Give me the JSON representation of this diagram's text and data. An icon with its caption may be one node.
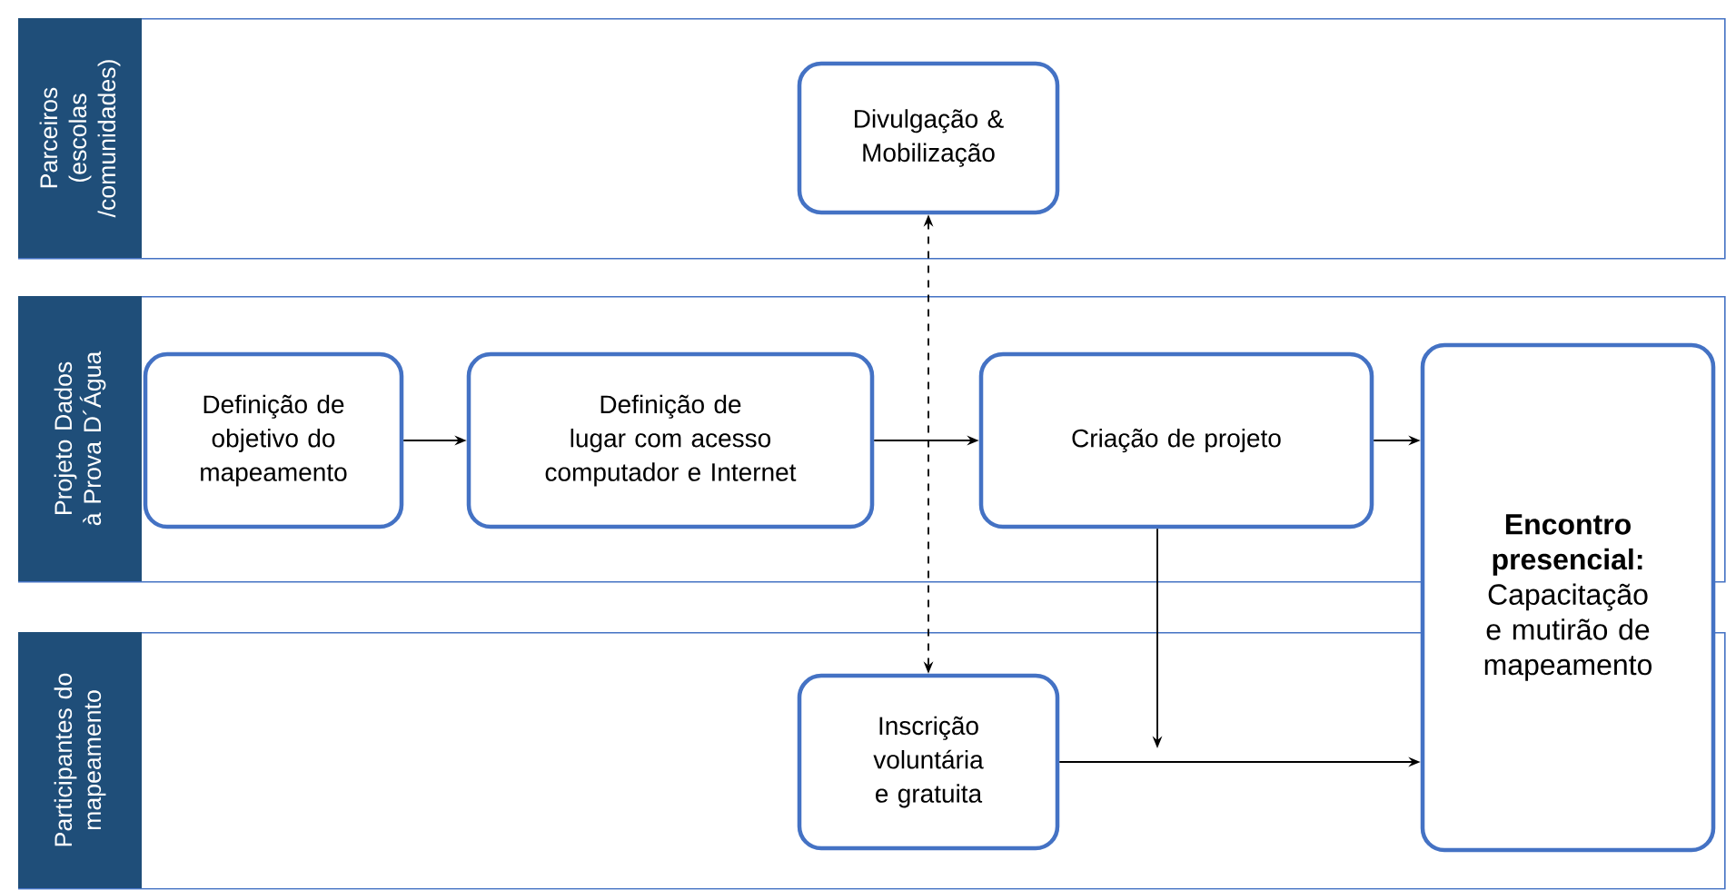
{
  "diagram": {
    "nodes": [
      {
        "text": [
          "Parceiros (escolas /comunidades)"
        ]
      },
      {
        "text": [
          "Divulgação & Mobilização"
        ],
        "in": 0
      },
      {
        "text": [
          "Projeto Dados à Prova D´Água"
        ]
      },
      {
        "text": [
          "Definição de objetivo do mapeamento"
        ],
        "in": 2
      },
      {
        "text": [
          "Definição de lugar com acesso computador e Internet"
        ],
        "in": 2
      },
      {
        "text": [
          "Criação de projeto"
        ],
        "in": 2
      },
      {
        "text": [
          "Encontro presencial:",
          "Capacitação e mutirão de mapeamento"
        ]
      },
      {
        "text": [
          "Participantes do mapeamento"
        ]
      },
      {
        "text": [
          "Inscrição voluntária e gratuita"
        ],
        "in": 7
      }
    ],
    "edges": [
      {
        "from": 3,
        "to": 4,
        "arrow": "to"
      },
      {
        "from": 4,
        "to": 5,
        "arrow": "to"
      },
      {
        "from": 5,
        "to": 6,
        "arrow": "to"
      },
      {
        "from": 8,
        "to": 6,
        "arrow": "to"
      },
      {
        "from": 1,
        "to": 8,
        "arrow": "both",
        "style": "dashed"
      },
      {
        "from": 5,
        "to": null,
        "arrow": "to"
      }
    ]
  }
}
